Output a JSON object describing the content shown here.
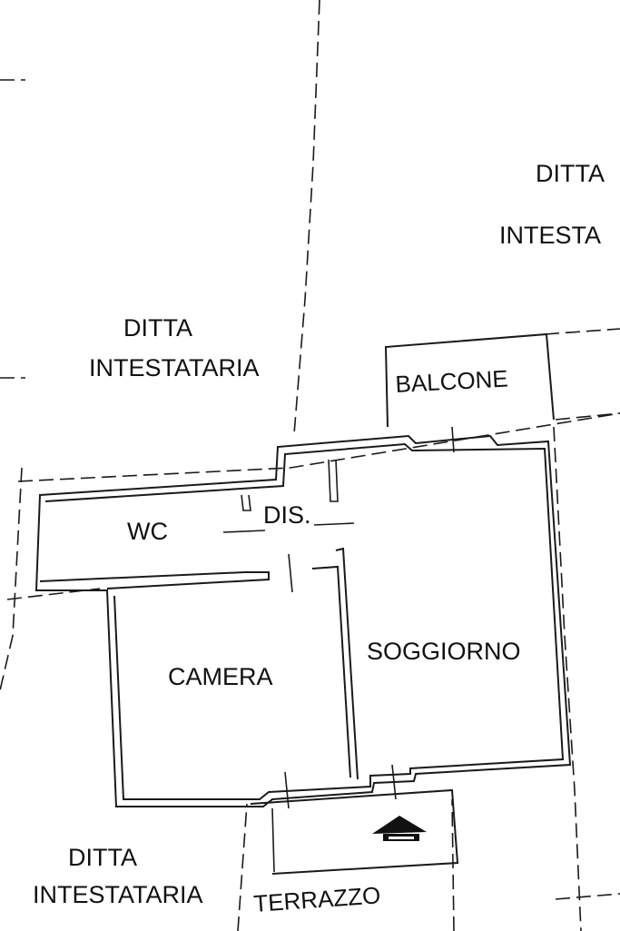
{
  "labels": {
    "owner_top_right_1": "DITTA",
    "owner_top_right_2": "INTESTA",
    "owner_mid_left_1": "DITTA",
    "owner_mid_left_2": "INTESTATARIA",
    "owner_bottom_left_1": "DITTA",
    "owner_bottom_left_2": "INTESTATARIA",
    "balcone": "BALCONE",
    "wc": "WC",
    "dis": "DIS.",
    "camera": "CAMERA",
    "soggiorno": "SOGGIORNO",
    "terrazzo": "TERRAZZO"
  },
  "icons": {
    "entrance": "entrance-arrow-icon"
  },
  "colors": {
    "line": "#1a1a1a",
    "background": "#ffffff"
  }
}
